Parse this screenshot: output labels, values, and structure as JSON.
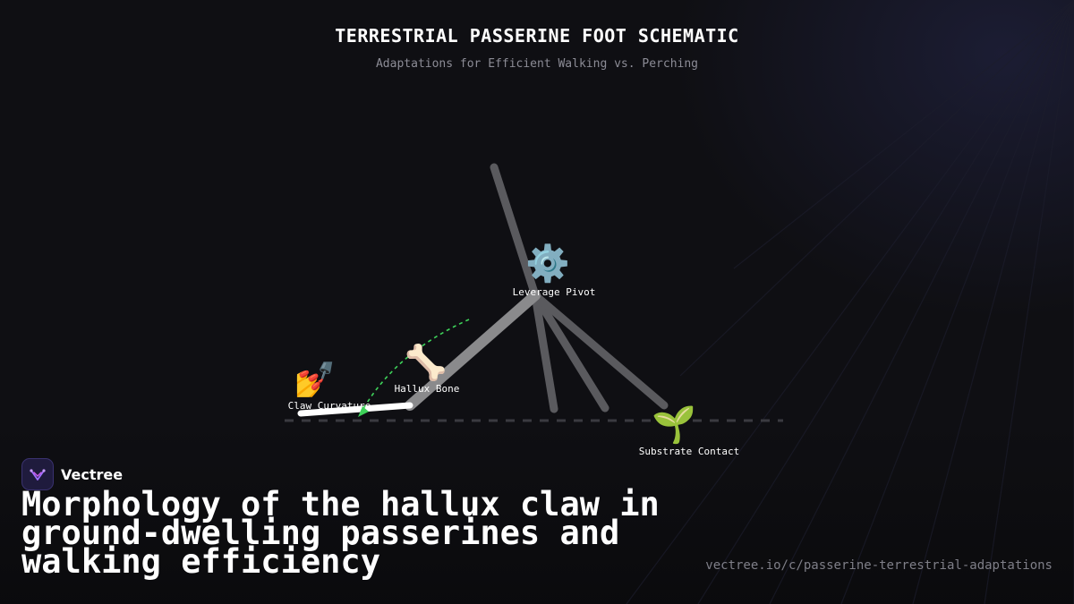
{
  "header": {
    "title": "TERRESTRIAL PASSERINE FOOT SCHEMATIC",
    "subtitle": "Adaptations for Efficient Walking vs. Perching"
  },
  "diagram": {
    "labels": {
      "leverage_pivot": "Leverage Pivot",
      "hallux_bone": "Hallux Bone",
      "claw_curvature": "Claw Curvature",
      "substrate_contact": "Substrate Contact"
    },
    "icons": {
      "leverage_pivot": "gear-icon",
      "hallux_bone": "bone-icon",
      "claw_curvature": "nail-polish-icon",
      "substrate_contact": "seedling-icon"
    },
    "colors": {
      "hallux": "#ffffff",
      "toes": "#5a5a5e",
      "arc": "#3ed25a",
      "ground": "#3a3a40"
    }
  },
  "brand": {
    "name": "Vectree"
  },
  "headline": "Morphology of the hallux claw in ground-dwelling passerines and walking efficiency",
  "footer": {
    "url": "vectree.io/c/passerine-terrestrial-adaptations"
  }
}
